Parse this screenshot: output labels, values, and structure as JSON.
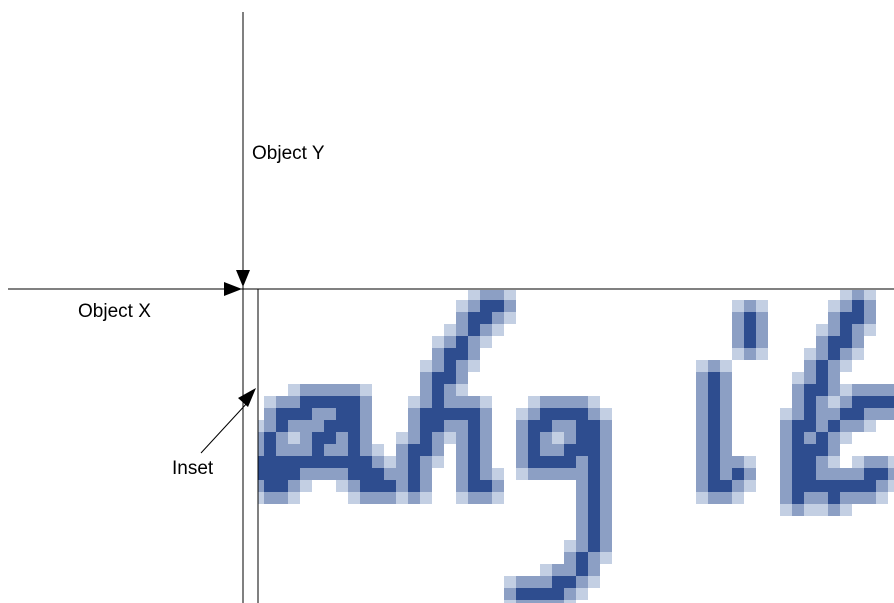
{
  "labels": {
    "object_y": "Object Y",
    "object_x": "Object X",
    "inset": "Inset"
  },
  "handwriting": {
    "text": "ahgib",
    "ink_color": "#2e4d8f",
    "halo_colors": [
      "#5a74a8",
      "#8c9fc4",
      "#c3cfe3"
    ]
  },
  "colors": {
    "line": "#000000",
    "background": "#ffffff"
  }
}
